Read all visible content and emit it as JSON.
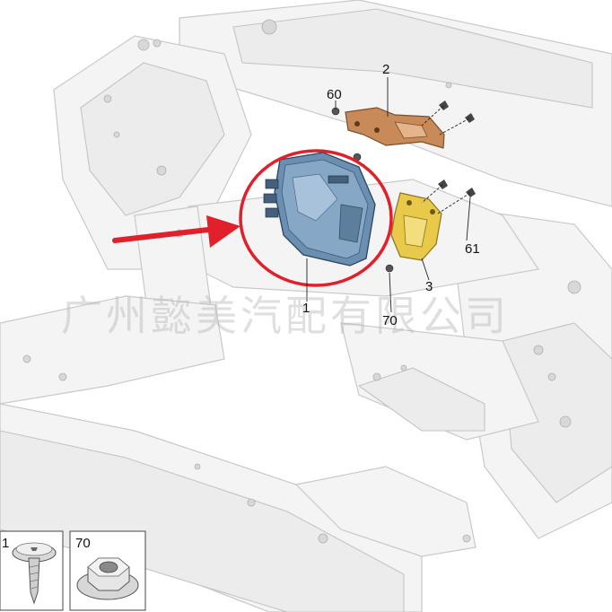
{
  "callouts": {
    "c1": "1",
    "c2": "2",
    "c3": "3",
    "c60": "60",
    "c61": "61",
    "c70": "70"
  },
  "thumbnails": {
    "left_label": "1",
    "right_label": "70"
  },
  "watermark": "广州懿美汽配有限公司",
  "colors": {
    "module": "#6b8fb0",
    "bracket_upper": "#c88a58",
    "bracket_lower": "#e8c94a",
    "highlight_circle": "#e0202a",
    "arrow": "#e0202a"
  },
  "icons": {
    "arrow": "red-arrow-icon",
    "screw": "screw-icon",
    "nut": "flange-nut-icon"
  }
}
